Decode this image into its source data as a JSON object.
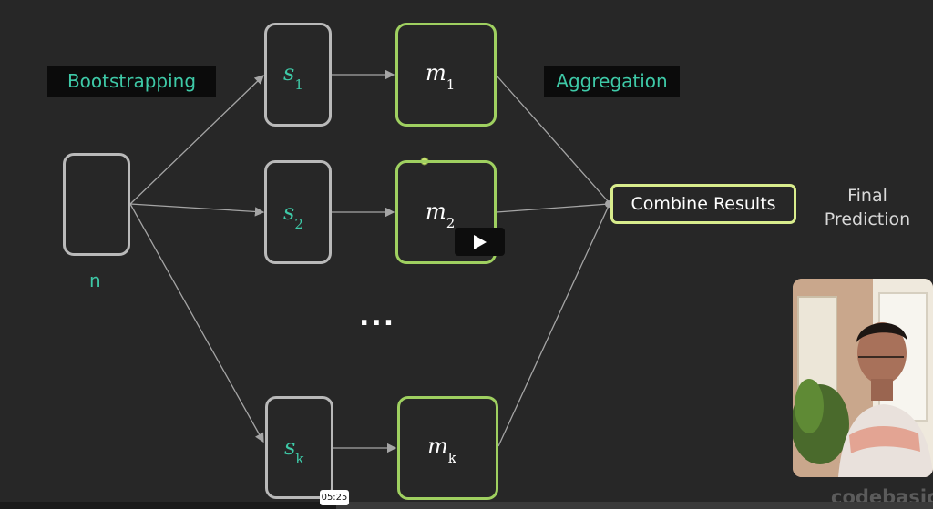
{
  "diagram": {
    "bootstrapping_label": "Bootstrapping",
    "aggregation_label": "Aggregation",
    "n_label": "n",
    "ellipsis": "...",
    "samples": [
      {
        "var": "s",
        "sub": "1"
      },
      {
        "var": "s",
        "sub": "2"
      },
      {
        "var": "s",
        "sub": "k"
      }
    ],
    "models": [
      {
        "var": "m",
        "sub": "1"
      },
      {
        "var": "m",
        "sub": "2"
      },
      {
        "var": "m",
        "sub": "k"
      }
    ],
    "combine_label": "Combine Results",
    "final_line1": "Final",
    "final_line2": "Prediction"
  },
  "player": {
    "current_time": "05:25",
    "progress": 0.36,
    "brand": "codebasics"
  },
  "icons": [
    "play-icon"
  ],
  "colors": {
    "background": "#272727",
    "teal": "#3ec9a7",
    "green_border": "#9fd060",
    "gray_border": "#b9b9b9",
    "combine_border": "#d8ec8c"
  }
}
